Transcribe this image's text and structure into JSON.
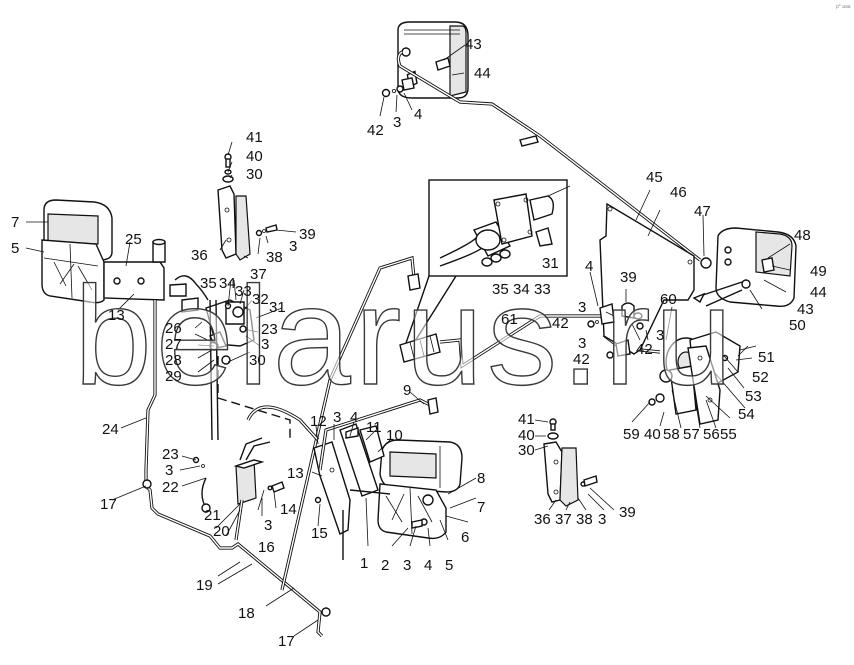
{
  "diagram": {
    "title": "Lighting equipment wiring assembly (exploded parts view)",
    "watermark": "belarus.ru",
    "corner_mark": "p° aaa",
    "colors": {
      "line": "#111111",
      "background": "#ffffff",
      "watermark_outline": "#555555"
    },
    "components": [
      {
        "id": "top-work-lamp",
        "parts": [
          "43",
          "44",
          "42",
          "3",
          "4"
        ]
      },
      {
        "id": "left-headlamp",
        "parts": [
          "7",
          "5",
          "25",
          "13"
        ]
      },
      {
        "id": "upper-bracket",
        "parts": [
          "41",
          "40",
          "30",
          "36",
          "37",
          "38",
          "3",
          "39"
        ]
      },
      {
        "id": "socket-detail-inset",
        "parts": [
          "31",
          "35",
          "34",
          "33"
        ]
      },
      {
        "id": "rear-panel",
        "parts": [
          "45",
          "46",
          "47",
          "61",
          "60"
        ]
      },
      {
        "id": "right-rear-lamp",
        "parts": [
          "48",
          "49",
          "44",
          "43",
          "50"
        ]
      },
      {
        "id": "horn-assembly",
        "parts": [
          "51",
          "52",
          "53",
          "54",
          "55",
          "56",
          "57",
          "58",
          "40",
          "59"
        ]
      },
      {
        "id": "front-right-headlamp",
        "parts": [
          "8",
          "7",
          "6",
          "5",
          "4",
          "3",
          "2",
          "1",
          "10",
          "11"
        ]
      },
      {
        "id": "lower-bracket",
        "parts": [
          "41",
          "40",
          "30",
          "36",
          "37",
          "38",
          "3",
          "39"
        ]
      },
      {
        "id": "harness",
        "parts": [
          "24",
          "17",
          "18",
          "19",
          "20",
          "21",
          "22",
          "23",
          "16",
          "14",
          "15",
          "12",
          "9"
        ]
      }
    ],
    "labels": [
      "43",
      "44",
      "42",
      "3",
      "4",
      "41",
      "40",
      "30",
      "7",
      "5",
      "25",
      "13",
      "36",
      "3",
      "38",
      "39",
      "37",
      "35",
      "34",
      "33",
      "32",
      "31",
      "26",
      "23",
      "3",
      "27",
      "30",
      "28",
      "29",
      "31",
      "35",
      "34",
      "33",
      "61",
      "45",
      "46",
      "47",
      "48",
      "49",
      "44",
      "43",
      "50",
      "4",
      "39",
      "3",
      "42",
      "3",
      "42",
      "60",
      "3",
      "42",
      "51",
      "52",
      "53",
      "54",
      "55",
      "56",
      "57",
      "58",
      "40",
      "59",
      "9",
      "24",
      "23",
      "3",
      "22",
      "17",
      "21",
      "20",
      "16",
      "3",
      "14",
      "12",
      "3",
      "4",
      "11",
      "10",
      "13",
      "15",
      "8",
      "7",
      "6",
      "5",
      "4",
      "3",
      "2",
      "1",
      "41",
      "40",
      "30",
      "36",
      "37",
      "38",
      "3",
      "39",
      "19",
      "18",
      "17"
    ]
  }
}
